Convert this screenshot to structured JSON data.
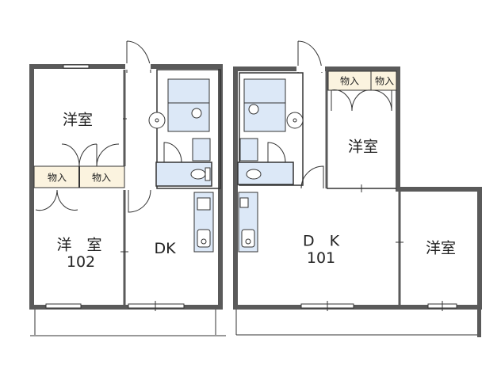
{
  "colors": {
    "wall": "#5a5a5a",
    "wet_area": "#dce8f7",
    "storage": "#fbf3df",
    "line": "#333333"
  },
  "units": [
    {
      "unit_number": "102",
      "rooms": {
        "western_room_top": "洋室",
        "storage_left": "物入",
        "storage_right": "物入",
        "western_room_bottom": "洋　室",
        "dk": "DK"
      }
    },
    {
      "unit_number": "101",
      "rooms": {
        "storage_left": "物入",
        "storage_right": "物入",
        "western_room_top": "洋室",
        "dk": "D　K",
        "western_room_right": "洋室"
      }
    }
  ]
}
